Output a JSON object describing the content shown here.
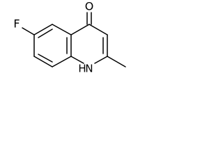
{
  "molecule": {
    "atoms": {
      "oxygen": "O",
      "fluorine": "F",
      "nitrogen": "N",
      "nitrogen_hydrogen": "H"
    }
  }
}
